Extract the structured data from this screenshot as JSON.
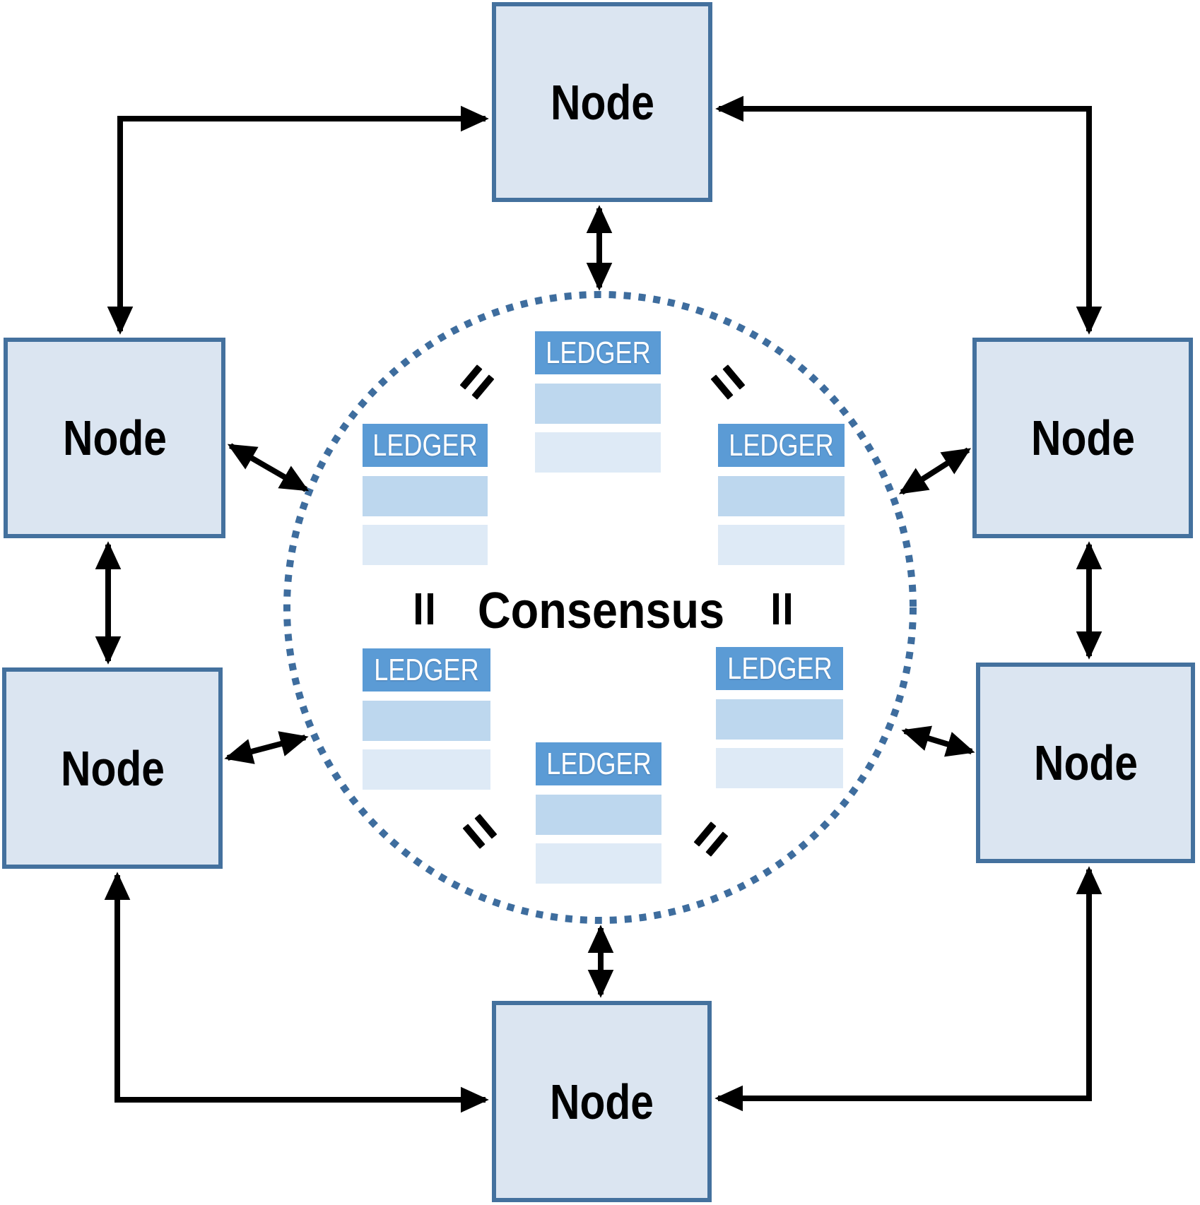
{
  "diagram": {
    "type": "peer-to-peer blockchain consensus network",
    "center_label": "Consensus",
    "equality_symbol": "=",
    "node_count": 6,
    "ledger_count": 6
  },
  "nodes": [
    {
      "position": "top",
      "label": "Node"
    },
    {
      "position": "upper-left",
      "label": "Node"
    },
    {
      "position": "upper-right",
      "label": "Node"
    },
    {
      "position": "lower-left",
      "label": "Node"
    },
    {
      "position": "lower-right",
      "label": "Node"
    },
    {
      "position": "bottom",
      "label": "Node"
    }
  ],
  "ledgers": [
    {
      "position": "top",
      "header": "LEDGER",
      "data_rows": 2
    },
    {
      "position": "upper-left",
      "header": "LEDGER",
      "data_rows": 2
    },
    {
      "position": "upper-right",
      "header": "LEDGER",
      "data_rows": 2
    },
    {
      "position": "lower-left",
      "header": "LEDGER",
      "data_rows": 2
    },
    {
      "position": "lower-right",
      "header": "LEDGER",
      "data_rows": 2
    },
    {
      "position": "bottom",
      "header": "LEDGER",
      "data_rows": 2
    }
  ],
  "colors": {
    "node_fill": "#dbe5f1",
    "node_border": "#44719e",
    "ledger_header": "#5b9bd5",
    "ledger_row_medium": "#bdd7ee",
    "ledger_row_light": "#deeaf6",
    "dotted_circle": "#3e6d9e",
    "arrow": "#000000",
    "text": "#000000",
    "ledger_text": "#ffffff"
  }
}
